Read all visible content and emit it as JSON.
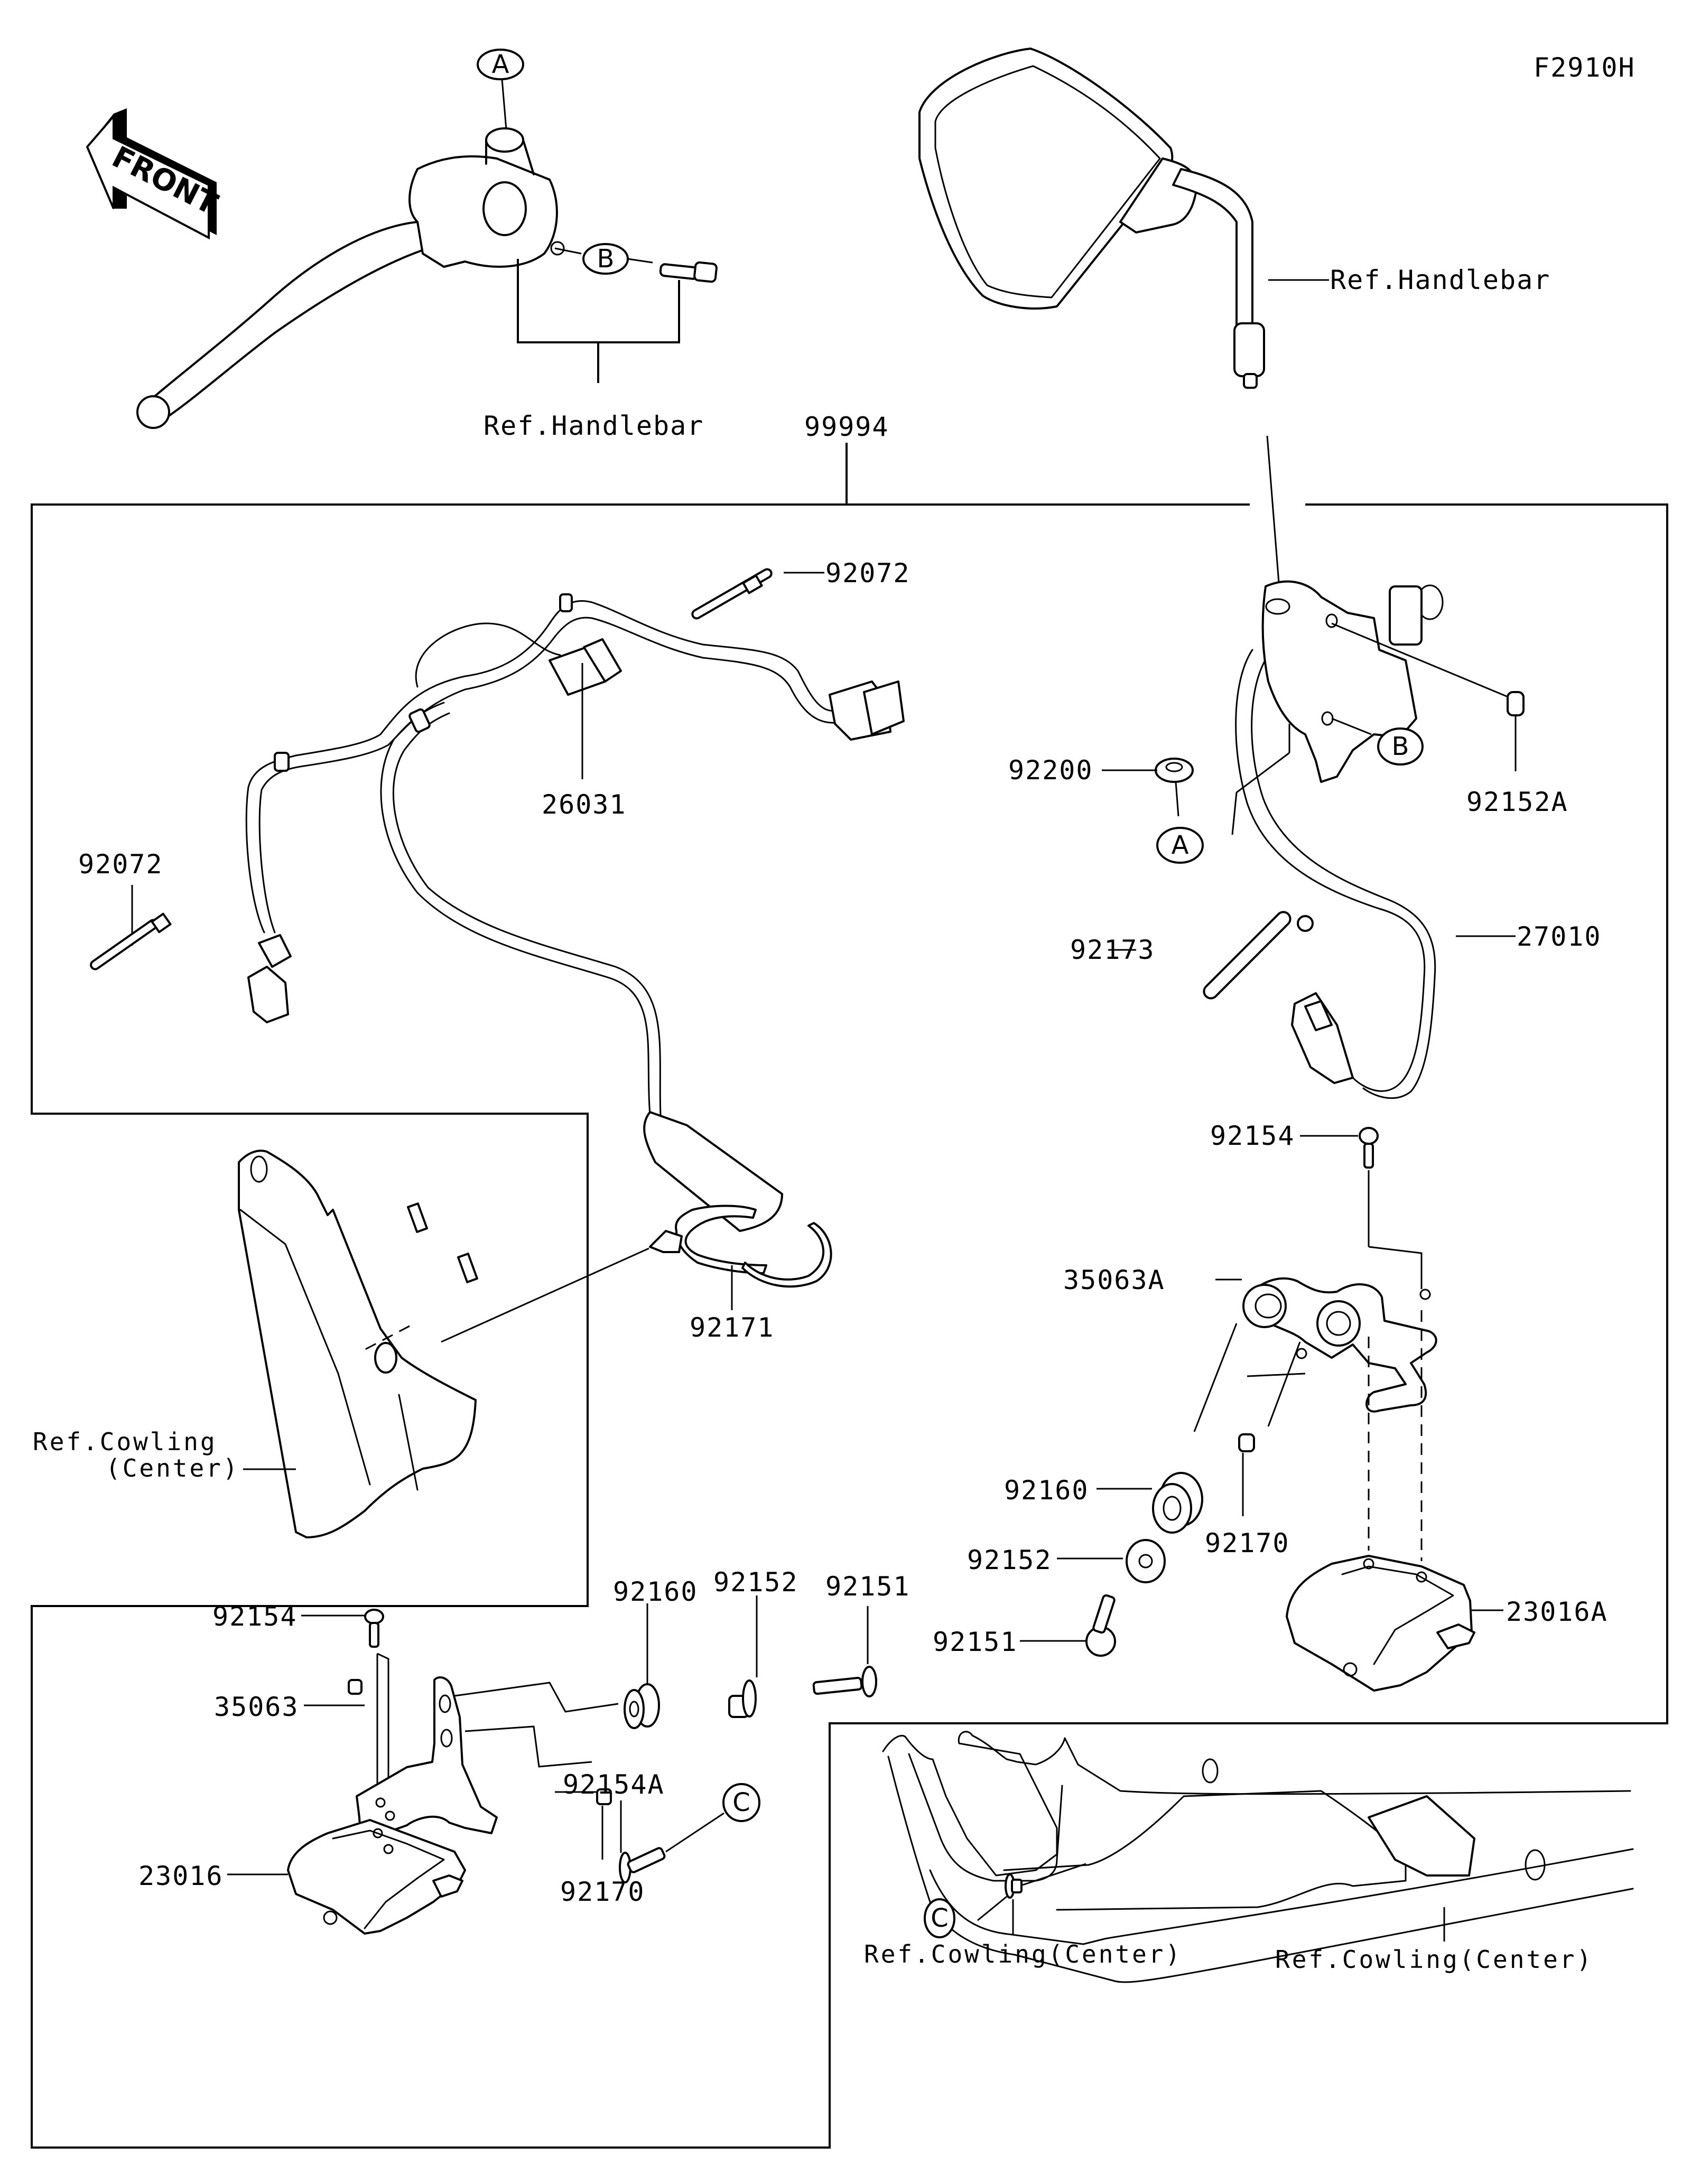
{
  "diagram": {
    "figure_code": "F2910H",
    "front_arrow_label": "FRONT",
    "labels": {
      "ref_handlebar_left": "Ref.Handlebar",
      "ref_handlebar_right": "Ref.Handlebar",
      "kit_99994": "99994",
      "p92072_top": "92072",
      "p92072_left": "92072",
      "p26031": "26031",
      "p92200": "92200",
      "p92152A": "92152A",
      "p92173": "92173",
      "p27010": "27010",
      "p92154_right": "92154",
      "p35063A": "35063A",
      "p92160_right": "92160",
      "p92170_right": "92170",
      "p92152_right": "92152",
      "p92151_right": "92151",
      "p23016A": "23016A",
      "p92171": "92171",
      "ref_cowling_center_left_1": "Ref.Cowling",
      "ref_cowling_center_left_2": "(Center)",
      "p92154_left": "92154",
      "p35063": "35063",
      "p23016": "23016",
      "p92160_left": "92160",
      "p92152_left": "92152",
      "p92151_left": "92151",
      "p92170_left": "92170",
      "p92154A": "92154A",
      "ref_cowling_center_bottom_1": "Ref.Cowling(Center)",
      "ref_cowling_center_bottom_2": "Ref.Cowling(Center)"
    },
    "reference_markers": {
      "A_top": "A",
      "B_top": "B",
      "B_right": "B",
      "A_right": "A",
      "C_left": "C",
      "C_right": "C"
    }
  }
}
